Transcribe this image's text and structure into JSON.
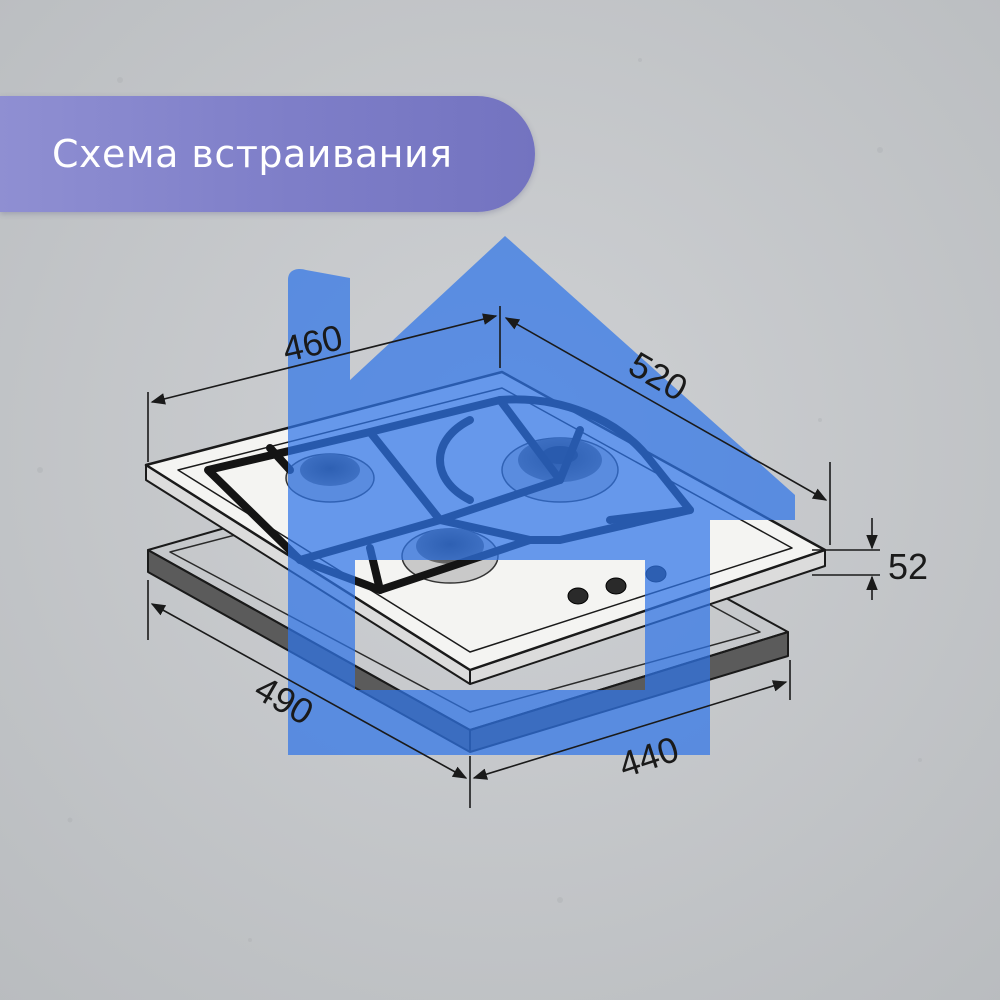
{
  "header": {
    "title": "Схема встраивания"
  },
  "dimensions": {
    "width_top": "460",
    "depth_top": "520",
    "height": "52",
    "cutout_depth": "490",
    "cutout_width": "440"
  },
  "colors": {
    "banner": "#8080c8",
    "logo": "#3c78e0",
    "background": "#c4c6c9"
  },
  "icons": {
    "logo": "house-logo-icon"
  }
}
